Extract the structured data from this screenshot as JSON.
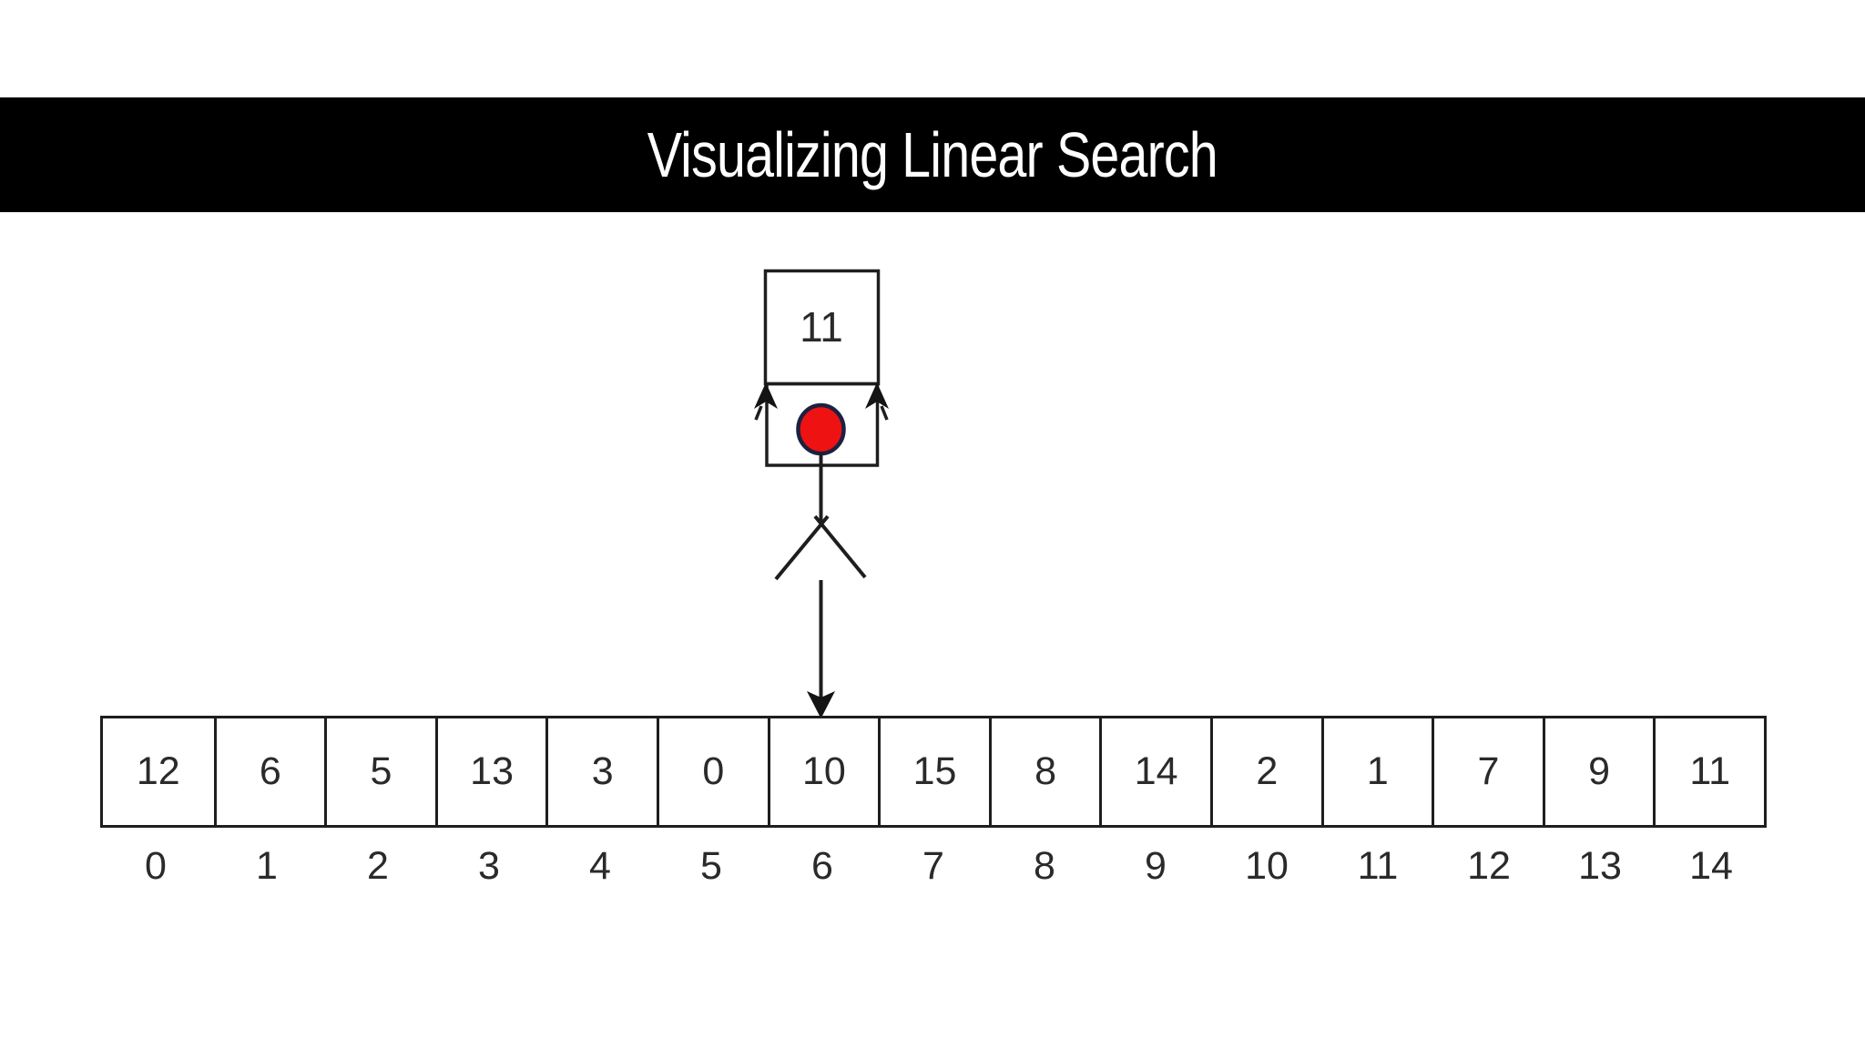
{
  "header": {
    "title": "Visualizing Linear Search"
  },
  "figure": {
    "held_value": "11"
  },
  "pointer": {
    "points_to_index": 6
  },
  "array": {
    "values": [
      "12",
      "6",
      "5",
      "13",
      "3",
      "0",
      "10",
      "15",
      "8",
      "14",
      "2",
      "1",
      "7",
      "9",
      "11"
    ],
    "indexes": [
      "0",
      "1",
      "2",
      "3",
      "4",
      "5",
      "6",
      "7",
      "8",
      "9",
      "10",
      "11",
      "12",
      "13",
      "14"
    ]
  },
  "colors": {
    "header_bg": "#000000",
    "header_text": "#ffffff",
    "line": "#1e1e1e",
    "head_fill": "#ee1212",
    "head_stroke": "#1c2140"
  }
}
